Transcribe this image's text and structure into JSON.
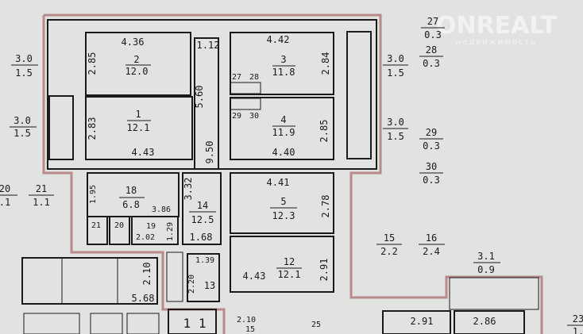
{
  "watermark": {
    "brand": "ONREALT",
    "tagline": "недвижимость"
  },
  "rooms": {
    "r1": {
      "num": "1",
      "area": "12.1",
      "len": "4.43",
      "width": "2.83"
    },
    "r2": {
      "num": "2",
      "area": "12.0",
      "len": "4.36",
      "width": "2.85"
    },
    "r3": {
      "num": "3",
      "area": "11.8",
      "len": "4.42",
      "width": "2.84"
    },
    "r4": {
      "num": "4",
      "area": "11.9",
      "len": "4.40",
      "width": "2.85"
    },
    "r5": {
      "num": "5",
      "area": "12.3",
      "len": "4.41",
      "width": "2.78"
    },
    "r12": {
      "num": "12",
      "area": "12.1",
      "len": "4.43",
      "width": "2.91"
    },
    "r13": {
      "num": "13",
      "len": "1.39",
      "width": "2.20"
    },
    "r14": {
      "num": "14",
      "area": "12.5",
      "len": "1.68",
      "width": "3.32"
    },
    "r18": {
      "num": "18",
      "area": "6.8",
      "len": "3.86",
      "width": "1.95"
    },
    "r19": {
      "num": "19",
      "len": "2.02",
      "width": "1.29"
    },
    "r20": {
      "num": "20"
    },
    "r21": {
      "num": "21"
    },
    "r27": {
      "num": "27"
    },
    "r28": {
      "num": "28"
    },
    "r29": {
      "num": "29"
    },
    "r30": {
      "num": "30"
    }
  },
  "corridor": {
    "w": "1.12",
    "a": "5.60",
    "b": "9.50"
  },
  "windows": [
    {
      "num": "3.0",
      "den": "1.5"
    },
    {
      "num": "3.0",
      "den": "1.5"
    },
    {
      "num": "3.0",
      "den": "1.5"
    },
    {
      "num": "3.0",
      "den": "1.5"
    }
  ],
  "outside": [
    {
      "num": "27",
      "den": "0.3"
    },
    {
      "num": "28",
      "den": "0.3"
    },
    {
      "num": "29",
      "den": "0.3"
    },
    {
      "num": "30",
      "den": "0.3"
    },
    {
      "num": "20",
      "den": ".1"
    },
    {
      "num": "21",
      "den": "1.1"
    },
    {
      "num": "15",
      "den": "2.2"
    },
    {
      "num": "16",
      "den": "2.4"
    },
    {
      "num": "3.1",
      "den": "0.9"
    },
    {
      "num": "23",
      "den": "1."
    }
  ],
  "other": {
    "stair_w": "2.10",
    "stair_l": "5.68",
    "lift": "1 1",
    "d1": "2.10",
    "d2": "15",
    "d3": "25",
    "d4": "2.91",
    "d5": "2.86"
  }
}
